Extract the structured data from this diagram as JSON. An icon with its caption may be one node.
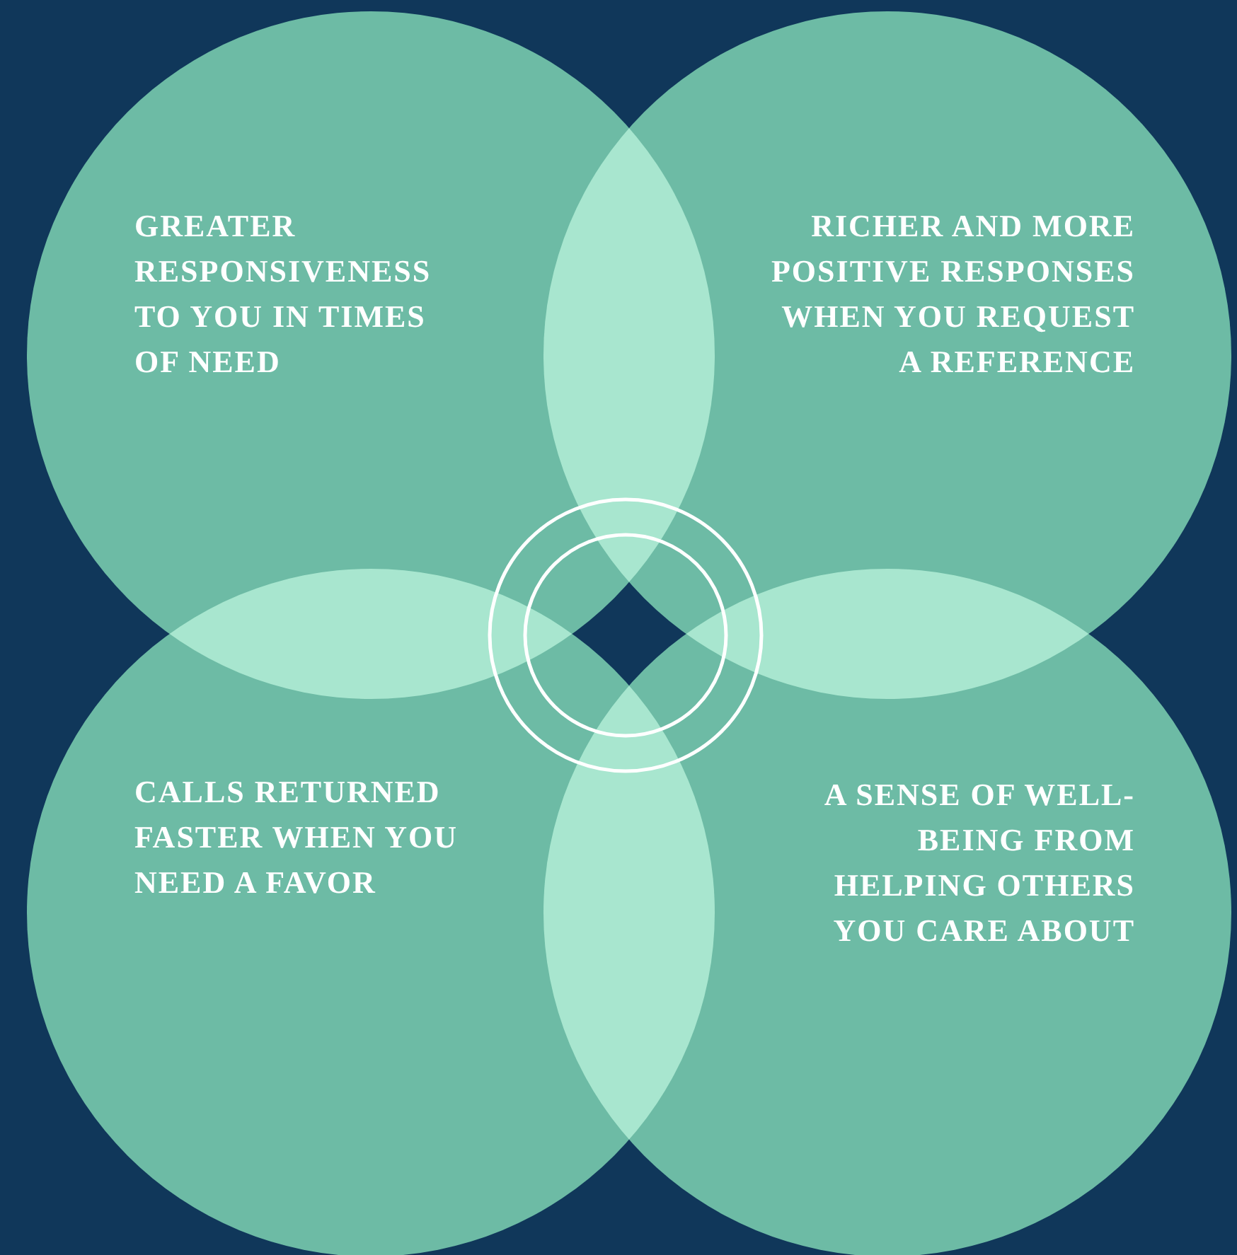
{
  "diagram": {
    "nodes": [
      {
        "text": [
          "GREATER RESPONSIVENESS TO YOU IN TIMES OF NEED"
        ]
      },
      {
        "text": [
          "RICHER AND MORE POSITIVE RESPONSES WHEN YOU REQUEST A REFERENCE"
        ]
      },
      {
        "text": [
          "CALLS RETURNED FASTER WHEN YOU NEED A FAVOR"
        ]
      },
      {
        "text": [
          "A SENSE OF WELL-BEING FROM HELPING OTHERS YOU CARE ABOUT"
        ]
      }
    ]
  }
}
